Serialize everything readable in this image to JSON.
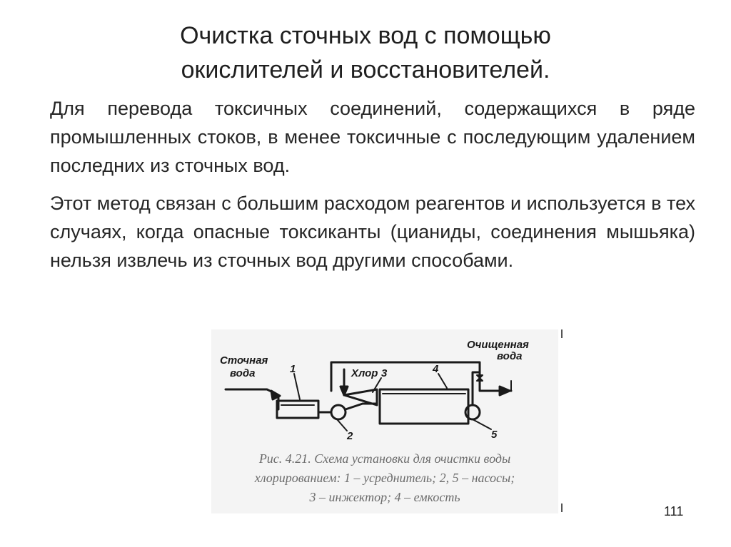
{
  "title": {
    "line1": "Очистка сточных вод с помощью",
    "line2": "окислителей и восстановителей."
  },
  "paragraphs": [
    "Для перевода токсичных соединений, содержащихся в ряде промышленных стоков, в менее токсичные с последующим удалением последних из сточных вод.",
    "Этот метод связан с большим расходом реагентов и используется в тех случаях, когда опасные токсиканты (цианиды, соединения мышьяка) нельзя извлечь из сточных вод другими способами."
  ],
  "figure": {
    "labels": {
      "inlet_line1": "Сточная",
      "inlet_line2": "вода",
      "outlet_line1": "Очищенная",
      "outlet_line2": "вода",
      "chlorine": "Хлор",
      "n1": "1",
      "n2": "2",
      "n3": "3",
      "n4": "4",
      "n5": "5"
    },
    "caption": {
      "line1": "Рис. 4.21. Схема установки для очистки воды",
      "line2": "хлорированием: 1 – усреднитель; 2, 5 – насосы;",
      "line3": "3 – инжектор; 4 – емкость"
    }
  },
  "page_number": "111"
}
